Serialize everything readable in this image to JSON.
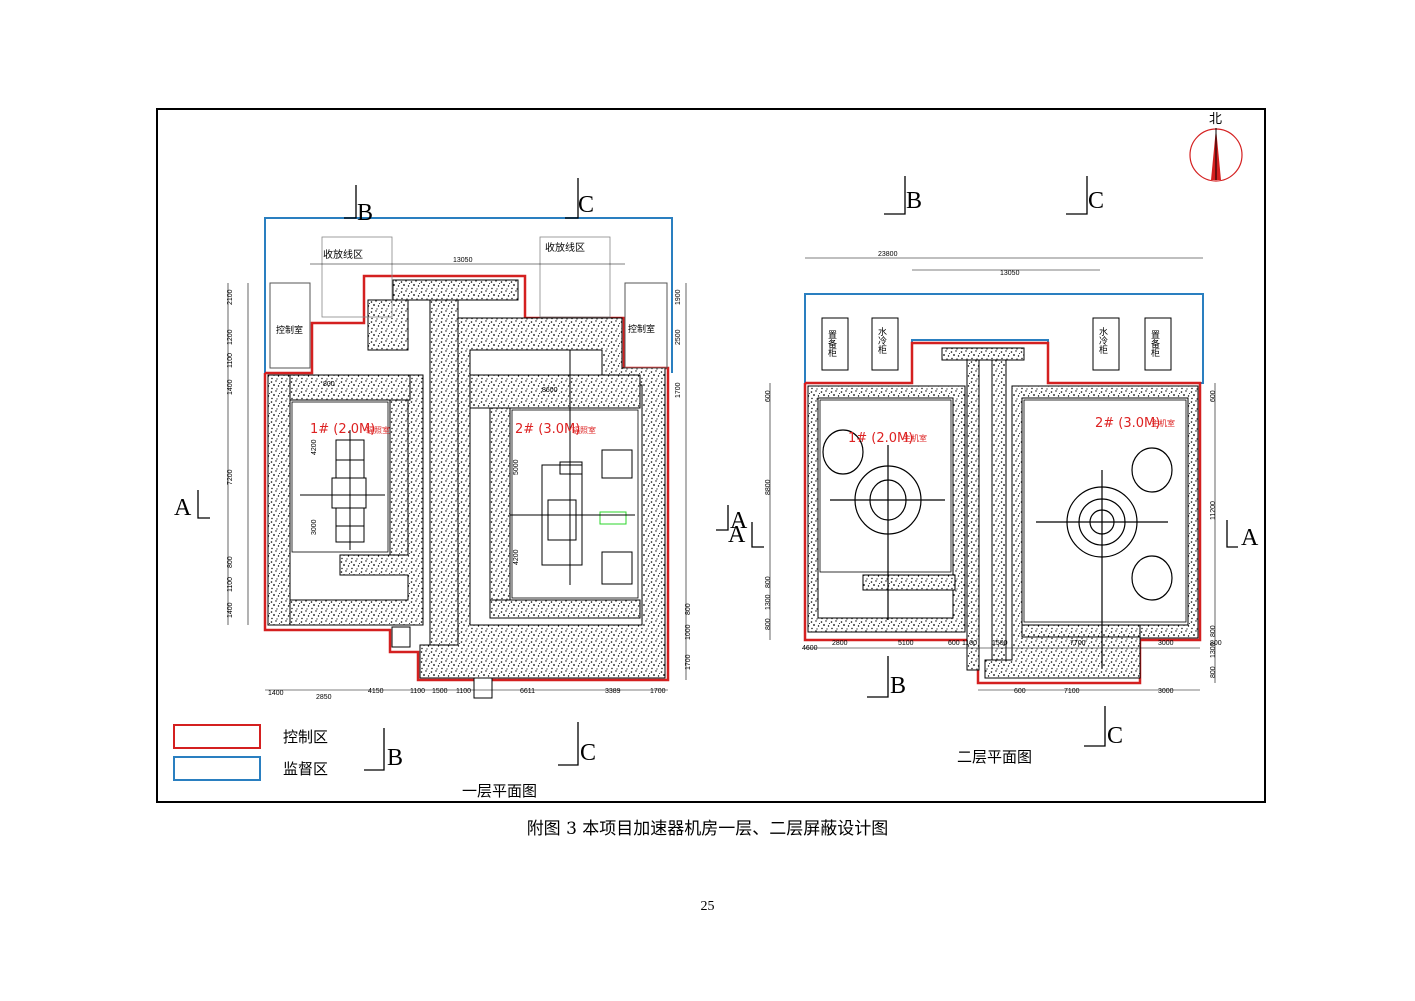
{
  "figure": {
    "north_label": "北",
    "section_marks": {
      "a": "A",
      "b": "B",
      "c": "C"
    },
    "floor1": {
      "title": "一层平面图",
      "room1_label": "1# (2.0M)",
      "room1_sub": "辐照室",
      "room2_label": "2# (3.0M)",
      "room2_sub": "辐照室",
      "cable_area_left": "收放线区",
      "cable_area_right": "收放线区",
      "control_room_left": "控制室",
      "control_room_right": "控制室",
      "dim_top": "13050",
      "dims_bottom": [
        "1400",
        "2850",
        "4150",
        "1100",
        "1500",
        "1100",
        "6611",
        "3389",
        "1700"
      ],
      "dims_left": [
        "2100",
        "1200",
        "1100",
        "1400",
        "7200",
        "800",
        "1100",
        "1400"
      ],
      "dims_right": [
        "1900",
        "2500",
        "1700",
        "800",
        "1000",
        "1700"
      ],
      "dims_room1": [
        "4200",
        "3000"
      ],
      "dims_room2": [
        "5000",
        "4200"
      ],
      "dim_room2_width": "8600",
      "dim_corridor": "800"
    },
    "floor2": {
      "title": "二层平面图",
      "room1_label": "1# (2.0M)",
      "room1_sub": "主机室",
      "room2_label": "2# (3.0M)",
      "room2_sub": "主机室",
      "cabinets": [
        "置备柜",
        "水冷柜",
        "水冷柜",
        "置备柜"
      ],
      "dim_total": "23800",
      "dim_mid": "13050",
      "dims_bottom": [
        "2800",
        "5100",
        "600",
        "1100",
        "1500",
        "7700",
        "3000",
        "800"
      ],
      "dims_bottom2": [
        "600",
        "7100",
        "3000"
      ],
      "dims_left": [
        "600",
        "8800",
        "800",
        "1300",
        "800"
      ],
      "dims_right": [
        "600",
        "11200",
        "800",
        "1300",
        "800"
      ],
      "dim_corner": "4600"
    },
    "legend": [
      {
        "label": "控制区",
        "color": "#d42020"
      },
      {
        "label": "监督区",
        "color": "#2a7fc0"
      }
    ]
  },
  "caption": "附图 3  本项目加速器机房一层、二层屏蔽设计图",
  "page_number": "25"
}
